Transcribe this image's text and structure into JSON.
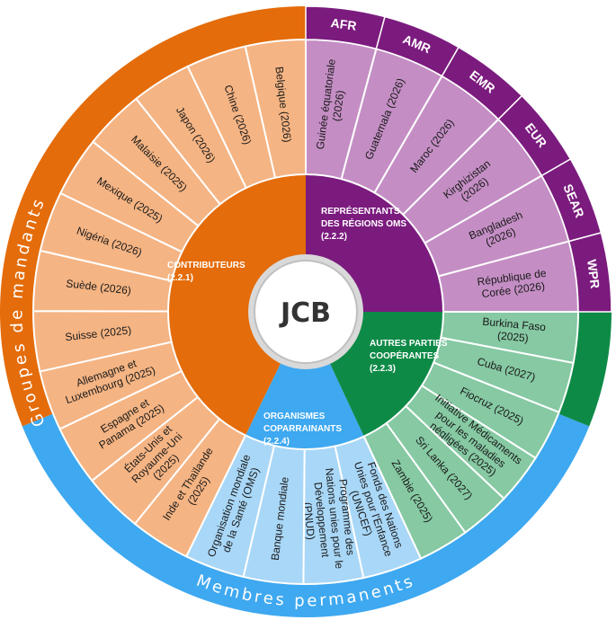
{
  "center": {
    "label": "JCB"
  },
  "outer_labels": {
    "constituency_groups": "Groupes de mandants",
    "permanent_members": "Membres permanents"
  },
  "categories": {
    "contributors": {
      "title": "CONTRIBUTEURS",
      "code": "(2.2.1)"
    },
    "regions": {
      "title_line1": "REPRÉSENTANTS",
      "title_line2": "DES RÉGIONS OMS",
      "code": "(2.2.2)"
    },
    "other_parties": {
      "title_line1": "AUTRES PARTIES",
      "title_line2": "COOPÉRANTES",
      "code": "(2.2.3)"
    },
    "cosponsors": {
      "title_line1": "ORGANISMES",
      "title_line2": "COPARRAINANTS",
      "code": "(2.2.4)"
    }
  },
  "region_codes": [
    "AFR",
    "AMR",
    "EMR",
    "EUR",
    "SEAR",
    "WPR"
  ],
  "segments": {
    "contributors": [
      [
        "Belgique (2026)"
      ],
      [
        "Chine (2026)"
      ],
      [
        "Japon (2026)"
      ],
      [
        "Malaisie (2025)"
      ],
      [
        "Mexique (2025)"
      ],
      [
        "Nigéria (2026)"
      ],
      [
        "Suède (2026)"
      ],
      [
        "Suisse (2025)"
      ],
      [
        "Allemagne et",
        "Luxembourg (2025)"
      ],
      [
        "Espagne et",
        "Panama (2025)"
      ],
      [
        "États-Unis et",
        "Royaume-Uni",
        "(2025)"
      ],
      [
        "Inde et Thaïlande",
        "(2025)"
      ]
    ],
    "regions": [
      [
        "Guinée équatoriale",
        "(2026)"
      ],
      [
        "Guatemala (2026)"
      ],
      [
        "Maroc (2026)"
      ],
      [
        "Kirghizistan",
        "(2026)"
      ],
      [
        "Bangladesh",
        "(2026)"
      ],
      [
        "République de",
        "Corée (2026)"
      ]
    ],
    "other_parties": [
      [
        "Burkina Faso",
        "(2025)"
      ],
      [
        "Cuba (2027)"
      ],
      [
        "Fiocruz (2025)"
      ],
      [
        "Initiative Médicaments",
        "pour les maladies",
        "négligées (2025)"
      ],
      [
        "Sri Lanka (2027)"
      ],
      [
        "Zambie (2025)"
      ]
    ],
    "cosponsors": [
      [
        "Fonds des Nations",
        "Unies pour l'Enfance",
        "(UNICEF)"
      ],
      [
        "Programme des",
        "Nations unies pour le",
        "Développement",
        "(PNUD)"
      ],
      [
        "Banque mondiale"
      ],
      [
        "Organisation mondiale",
        "de la Santé (OMS)"
      ]
    ]
  },
  "colors": {
    "contributors_dark": "#e46c0a",
    "contributors_light": "#f5b483",
    "regions_dark": "#7b1b7e",
    "regions_light": "#c48ec4",
    "other_dark": "#0e8a47",
    "other_light": "#86c9a3",
    "cosponsors_dark": "#3ea8f0",
    "cosponsors_light": "#a9d7f7"
  }
}
